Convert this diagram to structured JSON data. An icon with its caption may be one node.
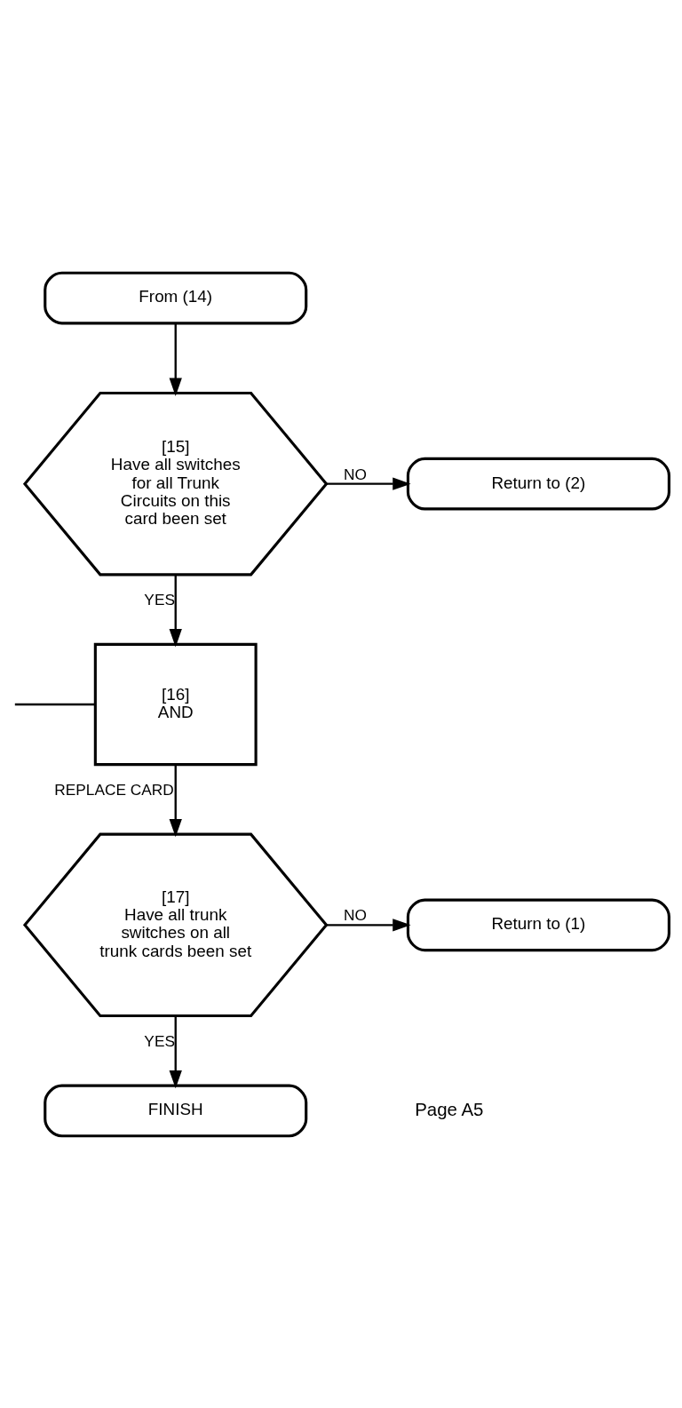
{
  "diagram": {
    "nodes": [
      {
        "text": [
          "From (14)"
        ]
      },
      {
        "text": [
          "[15]",
          "Have all switches for all Trunk Circuits on this card been set"
        ]
      },
      {
        "text": [
          "Return to (2)"
        ]
      },
      {
        "text": [
          "[16]",
          "AND"
        ]
      },
      {
        "text": [
          "[17]",
          "Have all trunk switches on all trunk cards been set"
        ]
      },
      {
        "text": [
          "Return to (1)"
        ]
      },
      {
        "text": [
          "FINISH"
        ]
      }
    ],
    "edges": [
      {
        "from": 0,
        "to": 1,
        "arrow": "to"
      },
      {
        "from": 1,
        "to": 2,
        "arrow": "to",
        "label": "NO"
      },
      {
        "from": 1,
        "to": 3,
        "arrow": "to",
        "label": "YES"
      },
      {
        "from": null,
        "to": 3,
        "arrow": "none"
      },
      {
        "from": 3,
        "to": 4,
        "arrow": "to",
        "label": "REPLACE CARD"
      },
      {
        "from": 4,
        "to": 5,
        "arrow": "to",
        "label": "NO"
      },
      {
        "from": 4,
        "to": 6,
        "arrow": "to",
        "label": "YES"
      }
    ],
    "labels": [
      "Page A5"
    ]
  }
}
